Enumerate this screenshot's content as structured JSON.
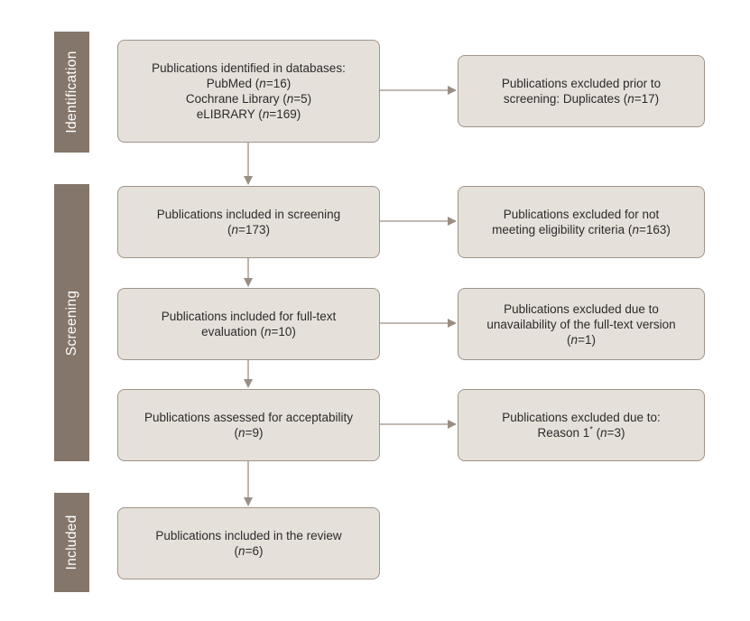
{
  "stages": {
    "identification": "Identification",
    "screening": "Screening",
    "included": "Included"
  },
  "boxes": {
    "identified": {
      "line1": "Publications identified in databases:",
      "line2": {
        "pre": "PubMed (",
        "n": "n",
        "post": "=16)"
      },
      "line3": {
        "pre": "Cochrane Library (",
        "n": "n",
        "post": "=5)"
      },
      "line4": {
        "pre": "eLIBRARY (",
        "n": "n",
        "post": "=169)"
      }
    },
    "excluded_duplicates": {
      "line1": "Publications excluded prior to",
      "line2": {
        "pre": "screening: Duplicates (",
        "n": "n",
        "post": "=17)"
      }
    },
    "screening_included": {
      "line1": "Publications included in screening",
      "line2": {
        "pre": "(",
        "n": "n",
        "post": "=173)"
      }
    },
    "excluded_eligibility": {
      "line1": "Publications excluded for not",
      "line2": {
        "pre": "meeting eligibility criteria (",
        "n": "n",
        "post": "=163)"
      }
    },
    "fulltext_included": {
      "line1": "Publications included for full-text",
      "line2": {
        "pre": "evaluation (",
        "n": "n",
        "post": "=10)"
      }
    },
    "excluded_unavailable": {
      "line1": "Publications excluded due to",
      "line2": "unavailability of the full-text version",
      "line3": {
        "pre": "(",
        "n": "n",
        "post": "=1)"
      }
    },
    "assessed": {
      "line1": "Publications assessed for acceptability",
      "line2": {
        "pre": "(",
        "n": "n",
        "post": "=9)"
      }
    },
    "excluded_reason": {
      "line1": "Publications excluded due to:",
      "line2": {
        "pre": "Reason 1",
        "sup": "*",
        "mid": " (",
        "n": "n",
        "post": "=3)"
      }
    },
    "review_included": {
      "line1": "Publications included in the review",
      "line2": {
        "pre": "(",
        "n": "n",
        "post": "=6)"
      }
    }
  },
  "colors": {
    "stage_bar": "#84766a",
    "box_fill": "#e6e0da",
    "box_border": "#a0948a",
    "arrow": "#9a8e84"
  }
}
